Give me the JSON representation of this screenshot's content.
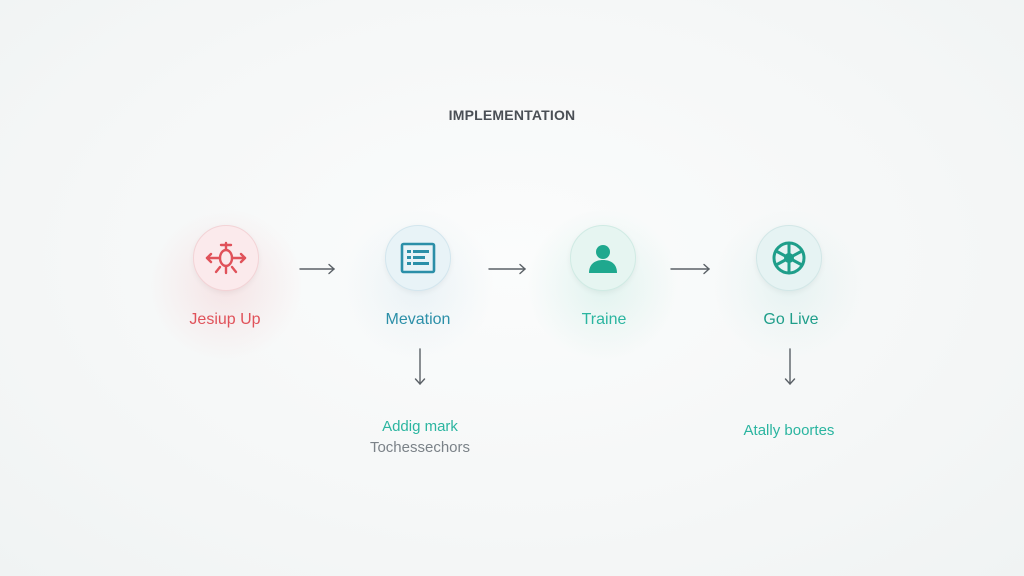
{
  "title": "IMPLEMENTATION",
  "colors": {
    "red": "#e0525a",
    "blue": "#2b8fa8",
    "teal": "#2bb5a0",
    "green": "#1f9e8a",
    "gray_text": "#7b8288",
    "arrow": "#5a6066"
  },
  "steps": [
    {
      "label": "Jesiup Up",
      "icon": "network-node-icon"
    },
    {
      "label": "Mevation",
      "icon": "document-list-icon"
    },
    {
      "label": "Traine",
      "icon": "person-icon"
    },
    {
      "label": "Go Live",
      "icon": "globe-wheel-icon"
    }
  ],
  "details": [
    {
      "step": "Mevation",
      "line1": "Addig mark",
      "line2": "Tochessechors"
    },
    {
      "step": "Go Live",
      "line1": "Atally boortes"
    }
  ]
}
